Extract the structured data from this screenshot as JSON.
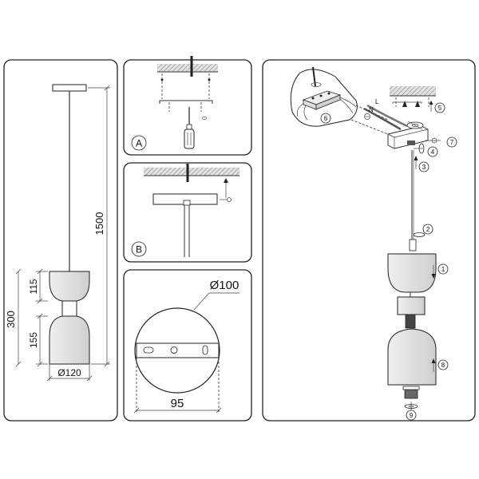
{
  "dimensions": {
    "total_height": "1500",
    "body_height": "300",
    "upper_height": "115",
    "lower_height": "155",
    "diameter": "Ø120",
    "canopy_diameter": "Ø100",
    "mount_distance": "95"
  },
  "panel_labels": {
    "a": "A",
    "b": "B"
  },
  "steps": [
    "1",
    "2",
    "3",
    "4",
    "5",
    "6",
    "7",
    "8",
    "9"
  ],
  "wire_labels": {
    "live": "L",
    "neutral": "N"
  },
  "colors": {
    "line": "#222222",
    "shade": "#d9d9d9",
    "background": "#ffffff"
  }
}
